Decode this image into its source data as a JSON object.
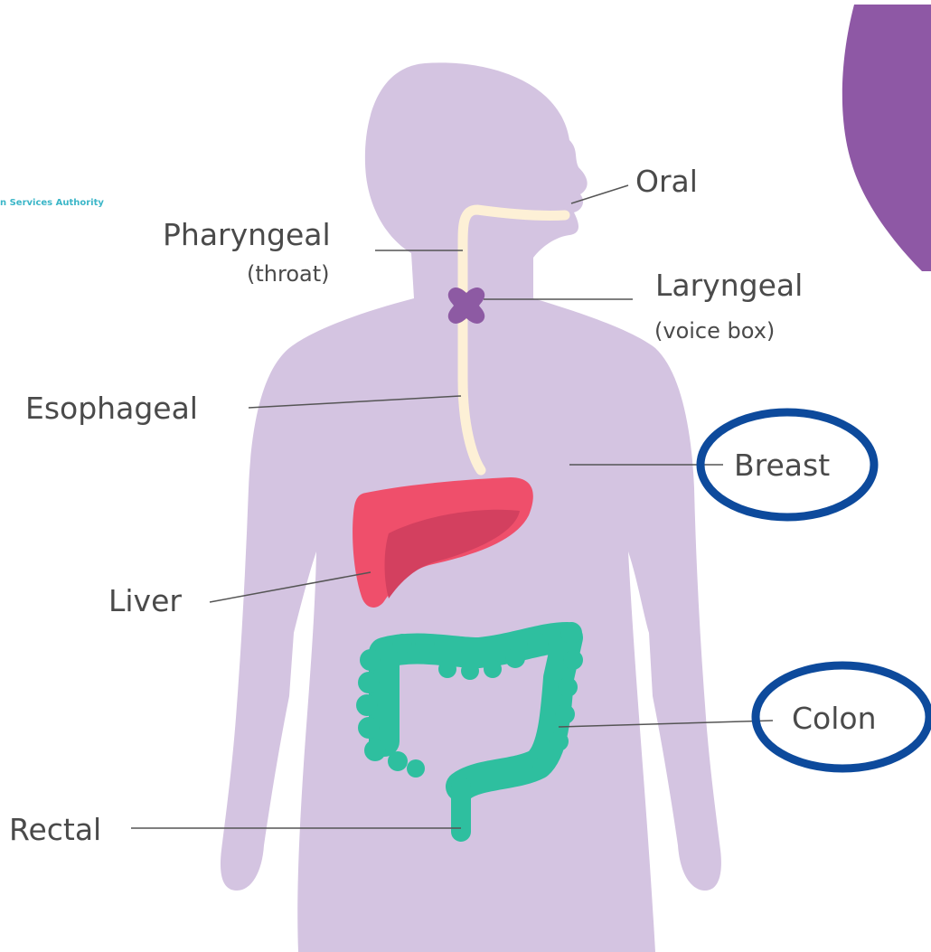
{
  "logo": {
    "text": "n Services Authority"
  },
  "labels": {
    "oral": "Oral",
    "pharyngeal": "Pharyngeal",
    "pharyngeal_sub": "(throat)",
    "laryngeal": "Laryngeal",
    "laryngeal_sub": "(voice box)",
    "esophageal": "Esophageal",
    "breast": "Breast",
    "liver": "Liver",
    "colon": "Colon",
    "rectal": "Rectal"
  },
  "highlighted": [
    "Breast",
    "Colon"
  ],
  "colors": {
    "body": "#d4c4e1",
    "esophagus": "#fdf0d6",
    "larynx": "#8d5aa3",
    "liver": "#ef4f6b",
    "liver_shade": "#d3405f",
    "colon": "#2ebf9f",
    "highlight_ring": "#0d4a9c",
    "corner_shape": "#8e58a5",
    "leader_line": "#555555"
  }
}
